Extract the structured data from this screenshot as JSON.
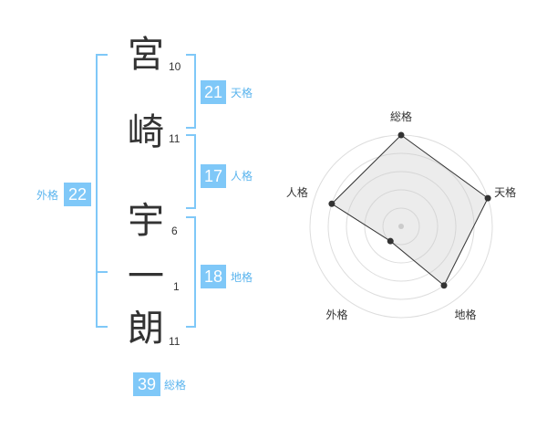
{
  "name": {
    "chars": [
      {
        "char": "宮",
        "strokes": "10"
      },
      {
        "char": "崎",
        "strokes": "11"
      },
      {
        "char": "宇",
        "strokes": "6"
      },
      {
        "char": "一",
        "strokes": "1"
      },
      {
        "char": "朗",
        "strokes": "11"
      }
    ]
  },
  "fortunes": {
    "tenkaku": {
      "value": "21",
      "label": "天格"
    },
    "jinkaku": {
      "value": "17",
      "label": "人格"
    },
    "chikaku": {
      "value": "18",
      "label": "地格"
    },
    "gaikaku": {
      "value": "22",
      "label": "外格"
    },
    "soukaku": {
      "value": "39",
      "label": "総格"
    }
  },
  "radar": {
    "axes": [
      "総格",
      "天格",
      "地格",
      "外格",
      "人格"
    ],
    "values": [
      1.0,
      1.0,
      0.8,
      0.2,
      0.8
    ],
    "max": 1.0
  },
  "colors": {
    "accent": "#7fc8f8",
    "accent_text": "#5ab4ee",
    "text": "#333333",
    "radar_fill": "#f2f2f2",
    "radar_line": "#333333",
    "ring": "#dddddd"
  }
}
